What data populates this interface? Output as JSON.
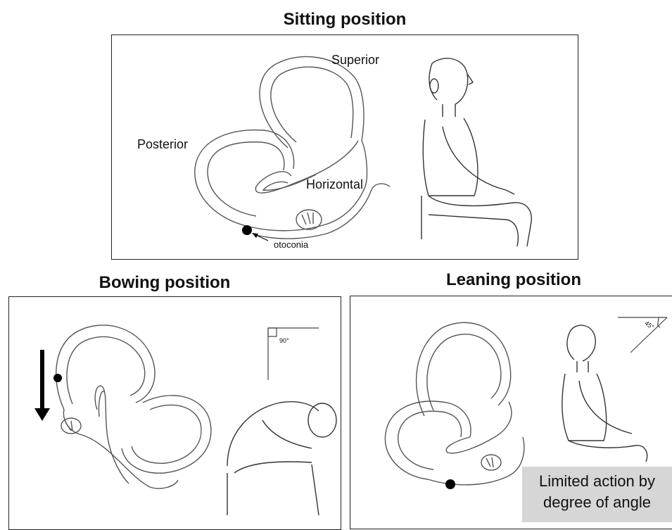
{
  "sitting": {
    "title": "Sitting position",
    "labels": {
      "superior": "Superior",
      "posterior": "Posterior",
      "horizontal": "Horizontal",
      "otoconia": "otoconia"
    }
  },
  "bowing": {
    "title": "Bowing position",
    "angle": "90°"
  },
  "leaning": {
    "title": "Leaning position",
    "angle": "45°",
    "note_line1": "Limited action by",
    "note_line2": "degree of angle"
  }
}
